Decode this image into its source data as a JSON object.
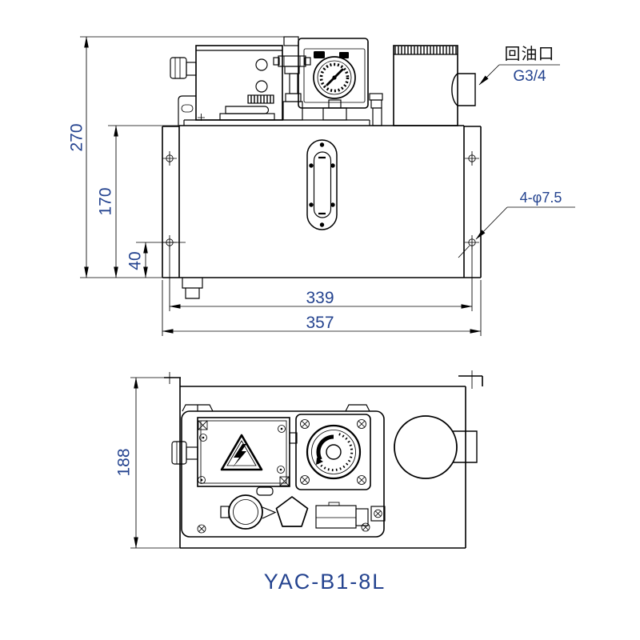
{
  "drawing": {
    "model_label": "YAC-B1-8L",
    "dimensions": {
      "overall_height": "270",
      "tank_height": "170",
      "mount_hole_from_bottom": "40",
      "mount_hole_spacing": "339",
      "overall_width": "357",
      "tank_depth": "188",
      "mount_holes": "4-φ7.5"
    },
    "callouts": {
      "return_port": "回油口",
      "return_port_thread": "G3/4"
    },
    "colors": {
      "line": "#000000",
      "dimension_text": "#24438f",
      "background": "#ffffff"
    }
  }
}
